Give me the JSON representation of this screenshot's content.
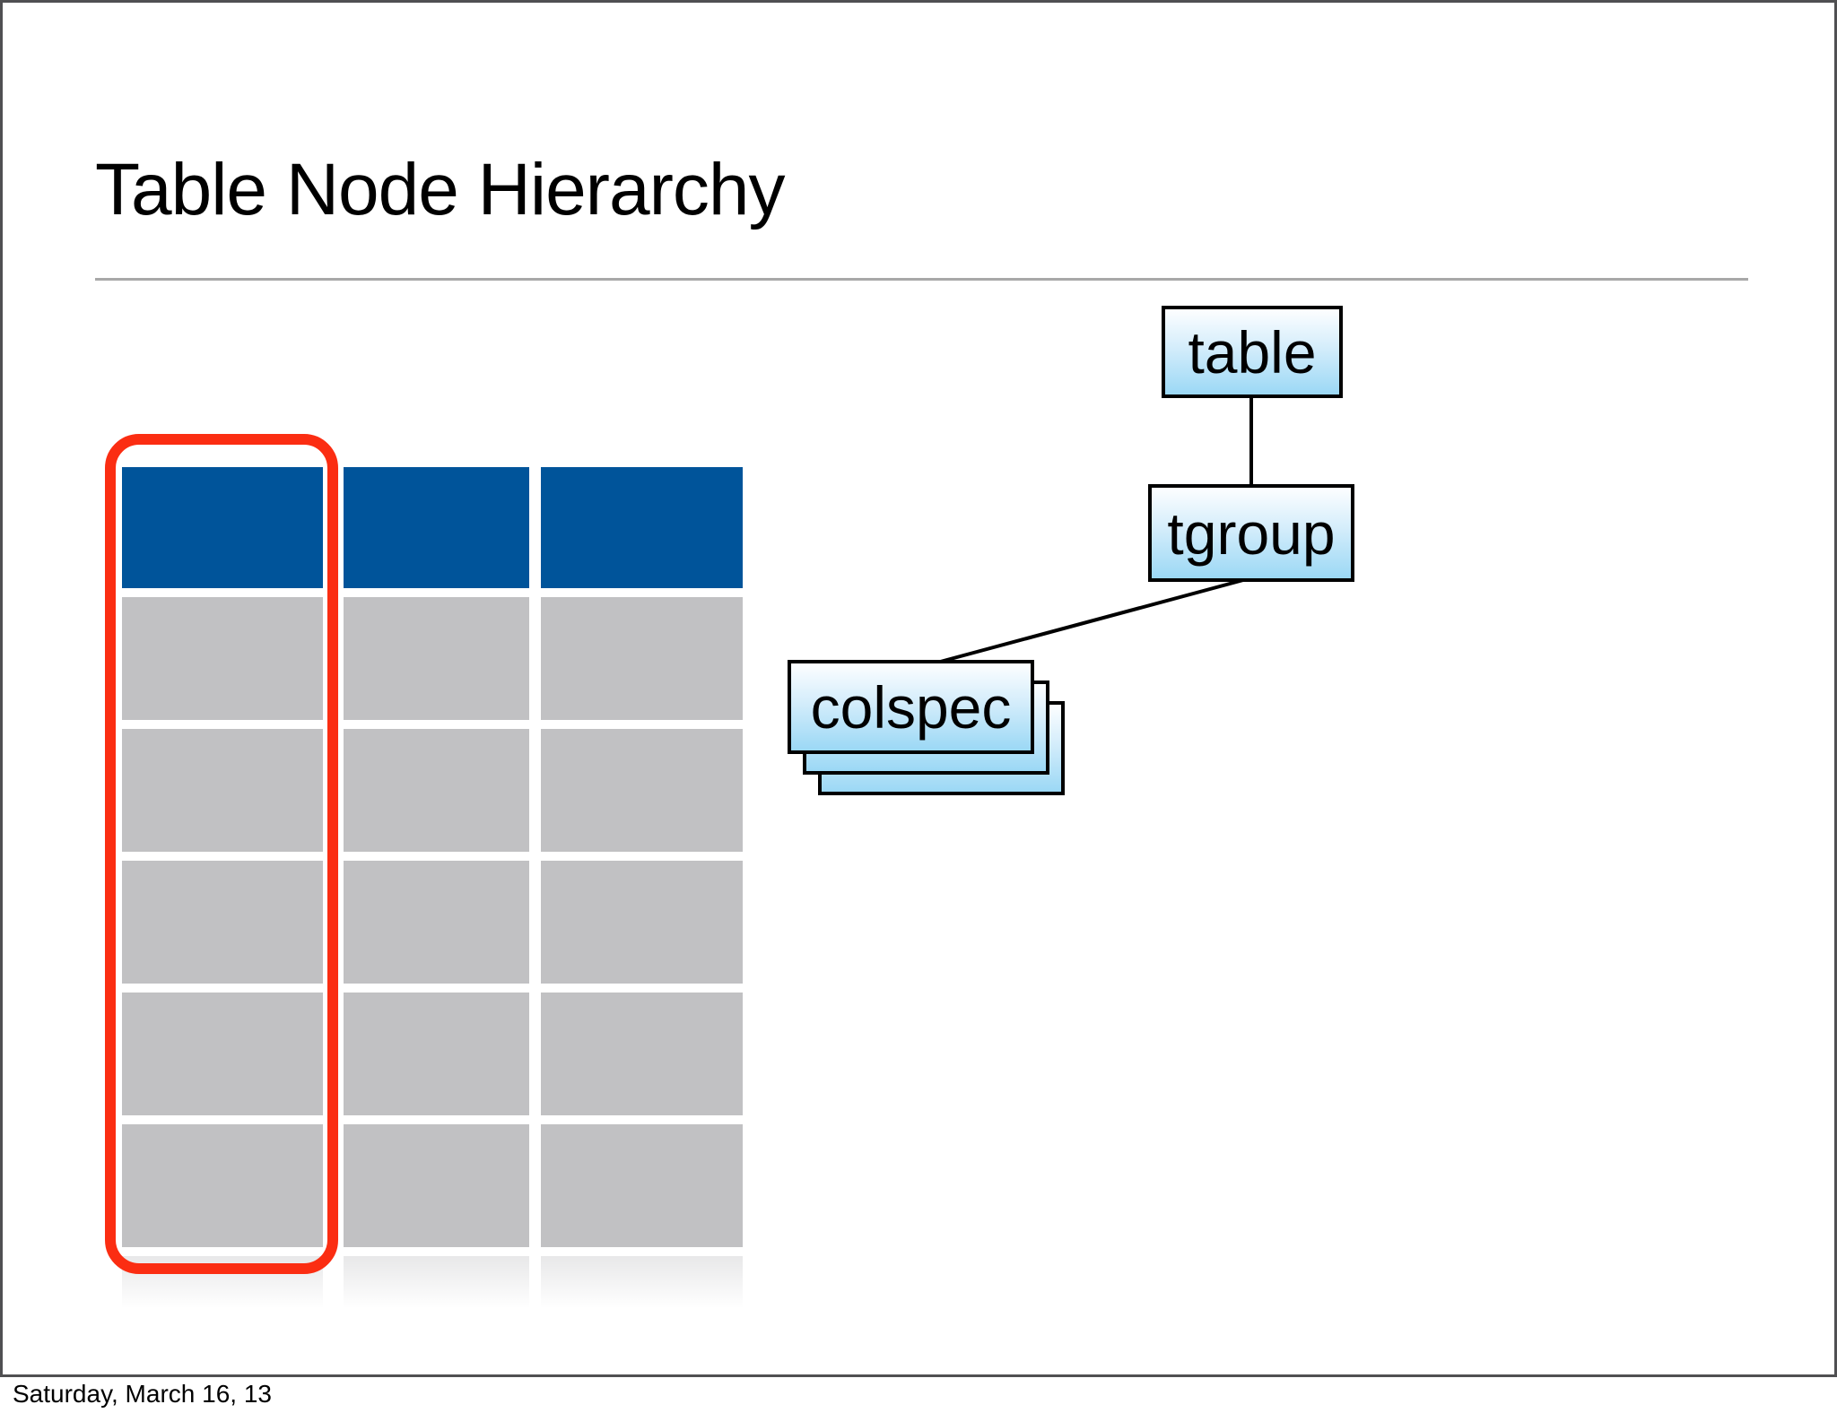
{
  "slide": {
    "title": "Table Node Hierarchy",
    "footer_date": "Saturday, March 16, 13"
  },
  "diagram": {
    "nodes": [
      {
        "id": "table",
        "label": "table"
      },
      {
        "id": "tgroup",
        "label": "tgroup"
      },
      {
        "id": "colspec",
        "label": "colspec",
        "stack_count": 3
      }
    ],
    "edges": [
      {
        "from": "table",
        "to": "tgroup"
      },
      {
        "from": "tgroup",
        "to": "colspec"
      }
    ],
    "node_fill_top": "#FDFEFF",
    "node_fill_mid": "#D4EDFB",
    "node_fill_bottom": "#9BD8F5",
    "node_border_color": "#000000",
    "edge_color": "#000000"
  },
  "table_graphic": {
    "columns": 3,
    "header_rows": 1,
    "body_rows": 5,
    "header_color": "#00549A",
    "body_cell_color": "#C1C1C3",
    "highlighted_column_index": 1,
    "highlight_outline_color": "#FB2D12"
  },
  "chrome": {
    "slide_border_color": "#505052",
    "divider_color": "#A8A8A8"
  }
}
